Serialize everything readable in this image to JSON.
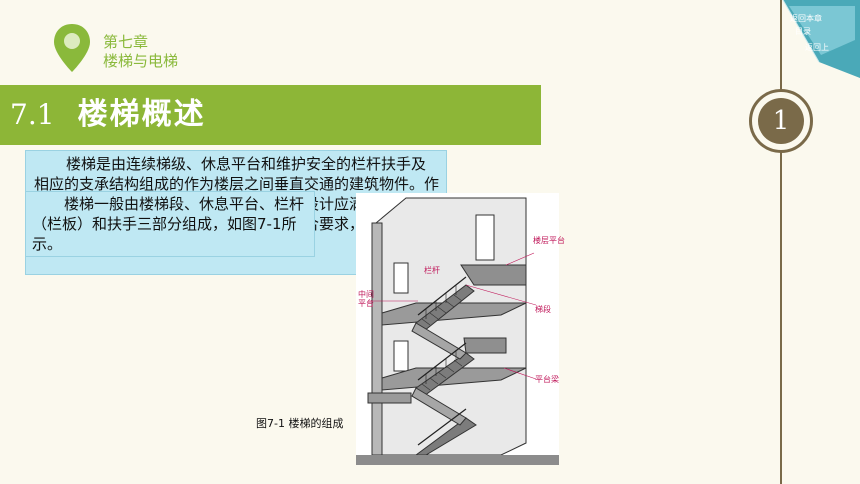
{
  "header": {
    "chapter_number": "第七章",
    "chapter_name": "楼梯与电梯"
  },
  "title": {
    "number": "7.1",
    "text": "楼梯概述"
  },
  "page_number": "1",
  "nav_badge": {
    "line1": "返回本章",
    "line2": "目录",
    "line3": "返回上"
  },
  "paragraph1": "楼梯是由连续梯级、休息平台和维护安全的栏杆扶手及相应的支承结构组成的作为楼层之间垂直交通的建筑物件。作为建筑中各层之间的垂直交通联系，楼梯设计应满足交通及疏散的要求，在防火、防烟和采光等方面符合要求，同时还要兼顾美观。",
  "paragraph2": "楼梯一般由楼梯段、休息平台、栏杆（栏板）和扶手三部分组成，如图7-1所示。",
  "figure": {
    "caption": "图7-1  楼梯的组成",
    "labels": {
      "floor_platform": "楼层平台",
      "railing": "栏杆",
      "middle_platform": "中间平台",
      "flight": "梯段",
      "platform_beam": "平台梁"
    }
  },
  "colors": {
    "accent_green": "#8db637",
    "text_box_blue": "#bfe8f3",
    "rule_brown": "#7a6a49",
    "nav_teal": "#4aa9b8"
  }
}
